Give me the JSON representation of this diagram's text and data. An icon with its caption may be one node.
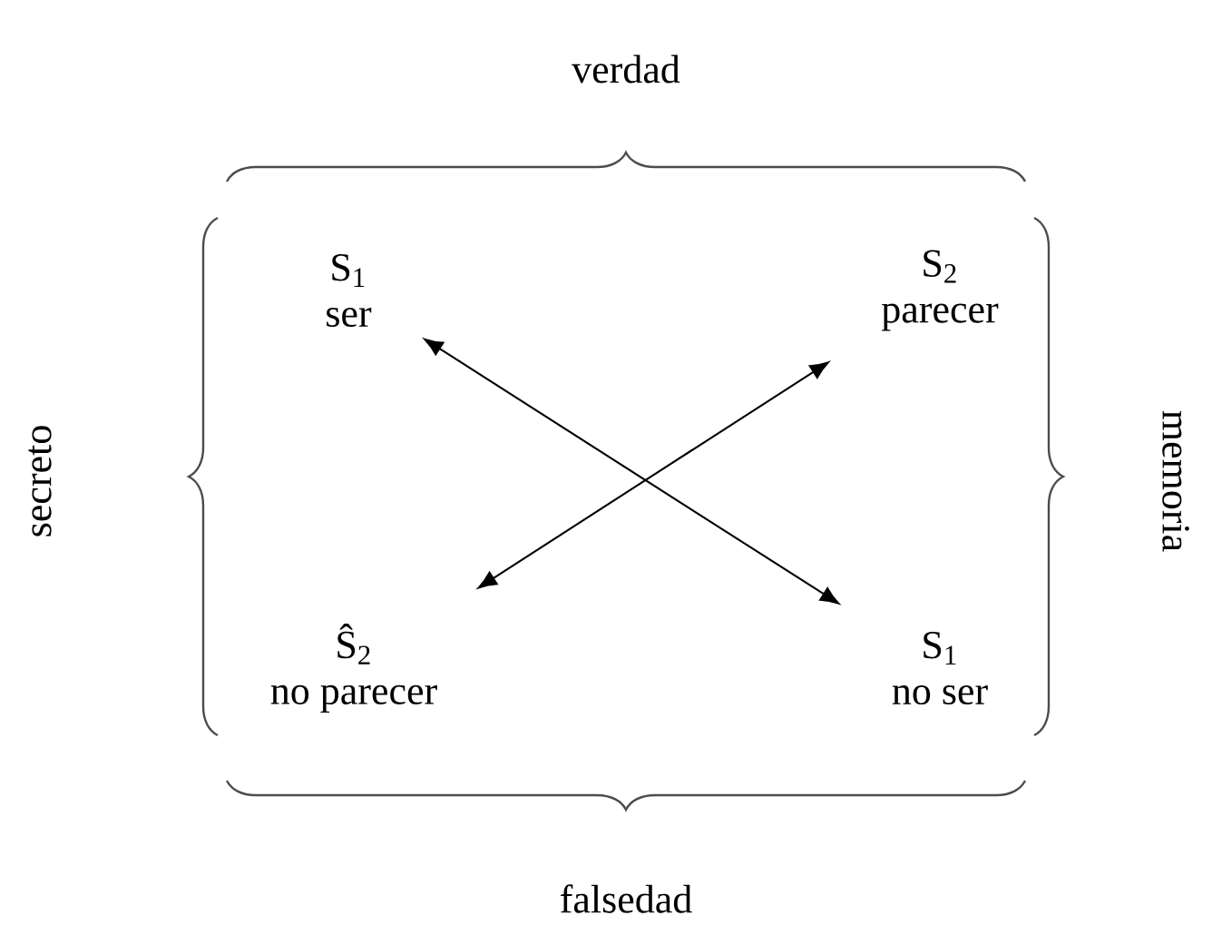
{
  "diagram": {
    "nodes": [
      {
        "text": [
          "S$_{1}$",
          "ser"
        ]
      },
      {
        "text": [
          "S$_{2}$",
          "parecer"
        ]
      },
      {
        "text": [
          "Ŝ$_{2}$",
          "no parecer"
        ]
      },
      {
        "text": [
          "S$_{1}$",
          "no ser"
        ]
      }
    ],
    "edges": [
      {
        "from": 0,
        "to": 3,
        "arrow": "both"
      },
      {
        "from": 1,
        "to": 2,
        "arrow": "both"
      }
    ],
    "labels": [
      "verdad",
      "secreto",
      "memoria",
      "falsedad"
    ]
  }
}
